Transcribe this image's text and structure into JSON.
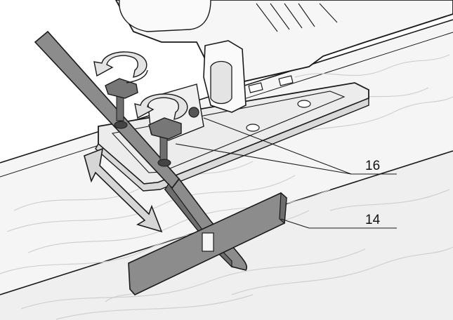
{
  "callouts": [
    {
      "id": "16",
      "label": "16"
    },
    {
      "id": "14",
      "label": "14"
    }
  ],
  "colors": {
    "ink": "#1a1a1a",
    "guide_fill": "#8c8c8c",
    "guide_dark": "#6e6e6e",
    "board_fill": "#f4f4f4",
    "plate_fill": "#ececec",
    "arrow_fill": "#d6d6d6"
  }
}
